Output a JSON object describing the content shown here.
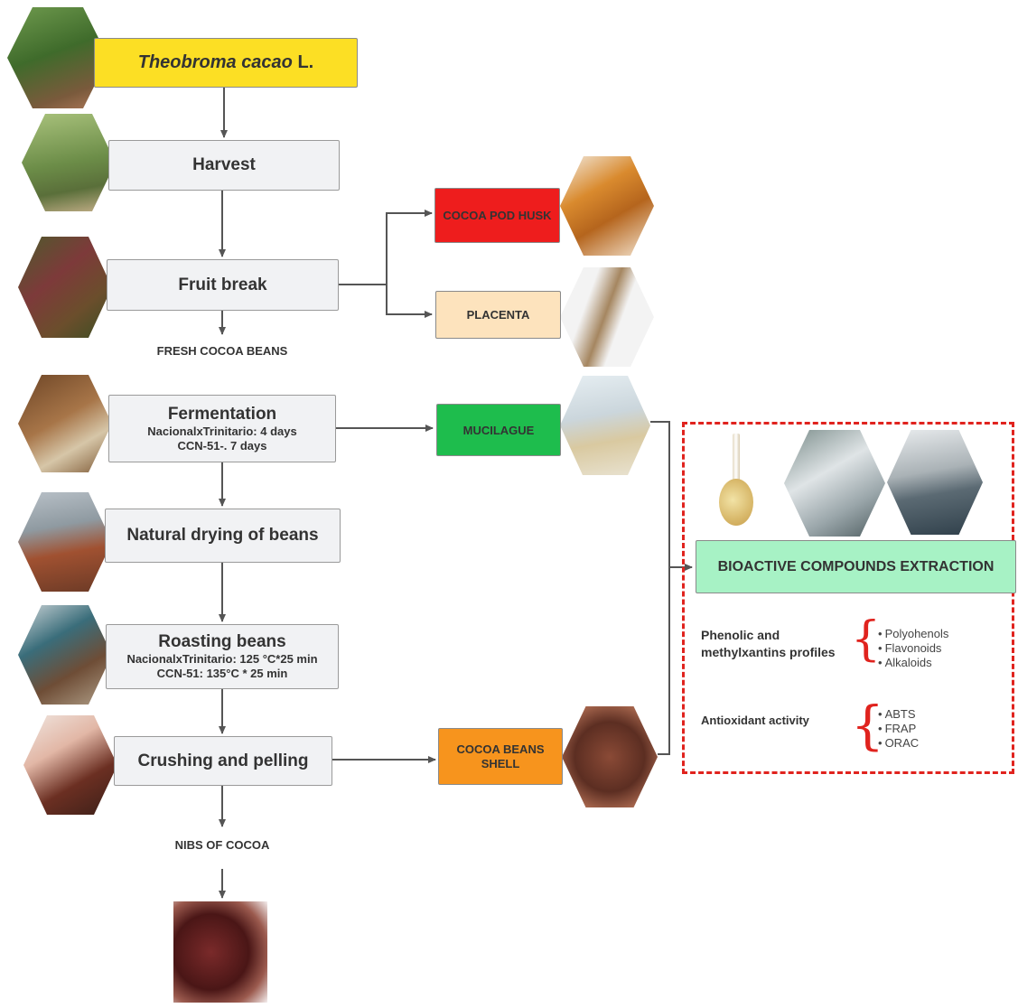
{
  "title": {
    "italic": "Theobroma cacao",
    "rest": " L."
  },
  "steps": {
    "harvest": "Harvest",
    "fruit_break": "Fruit break",
    "fermentation": {
      "title": "Fermentation",
      "line1": "NacionalxTrinitario: 4 days",
      "line2": "CCN-51-. 7 days"
    },
    "drying": "Natural drying of beans",
    "roasting": {
      "title": "Roasting beans",
      "line1": "NacionalxTrinitario: 125 °C*25 min",
      "line2": "CCN-51: 135°C * 25 min"
    },
    "crushing": "Crushing  and pelling"
  },
  "labels": {
    "fresh": "FRESH COCOA BEANS",
    "nibs": "NIBS OF COCOA"
  },
  "byproducts": {
    "husk": "COCOA POD HUSK",
    "placenta": "PLACENTA",
    "mucilage": "MUCILAGUE",
    "shell": "COCOA BEANS SHELL"
  },
  "extraction": {
    "title": "BIOACTIVE COMPOUNDS EXTRACTION",
    "phenolic": "Phenolic and methylxantins profiles",
    "phenolic_items": [
      "Polyohenols",
      "Flavonoids",
      "Alkaloids"
    ],
    "antioxidant": "Antioxidant activity",
    "antioxidant_items": [
      "ABTS",
      "FRAP",
      "ORAC"
    ]
  },
  "colors": {
    "title_bg": "#fcdf24",
    "step_bg": "#f1f2f4",
    "husk": "#ee1d1d",
    "placenta": "#fde3bd",
    "mucilage": "#1ebd4d",
    "shell": "#f7941d",
    "extraction": "#a7f2c5",
    "dashed": "#e0231e"
  },
  "icons": [
    "cacao-tree-photo",
    "harvest-photo",
    "fruit-break-photo",
    "fermentation-photo",
    "drying-photo",
    "roasting-photo",
    "crushing-photo",
    "nibs-photo",
    "pod-husk-photo",
    "placenta-photo",
    "mucilage-photo",
    "shell-photo",
    "flask-icon",
    "lab-photo",
    "hplc-photo"
  ]
}
